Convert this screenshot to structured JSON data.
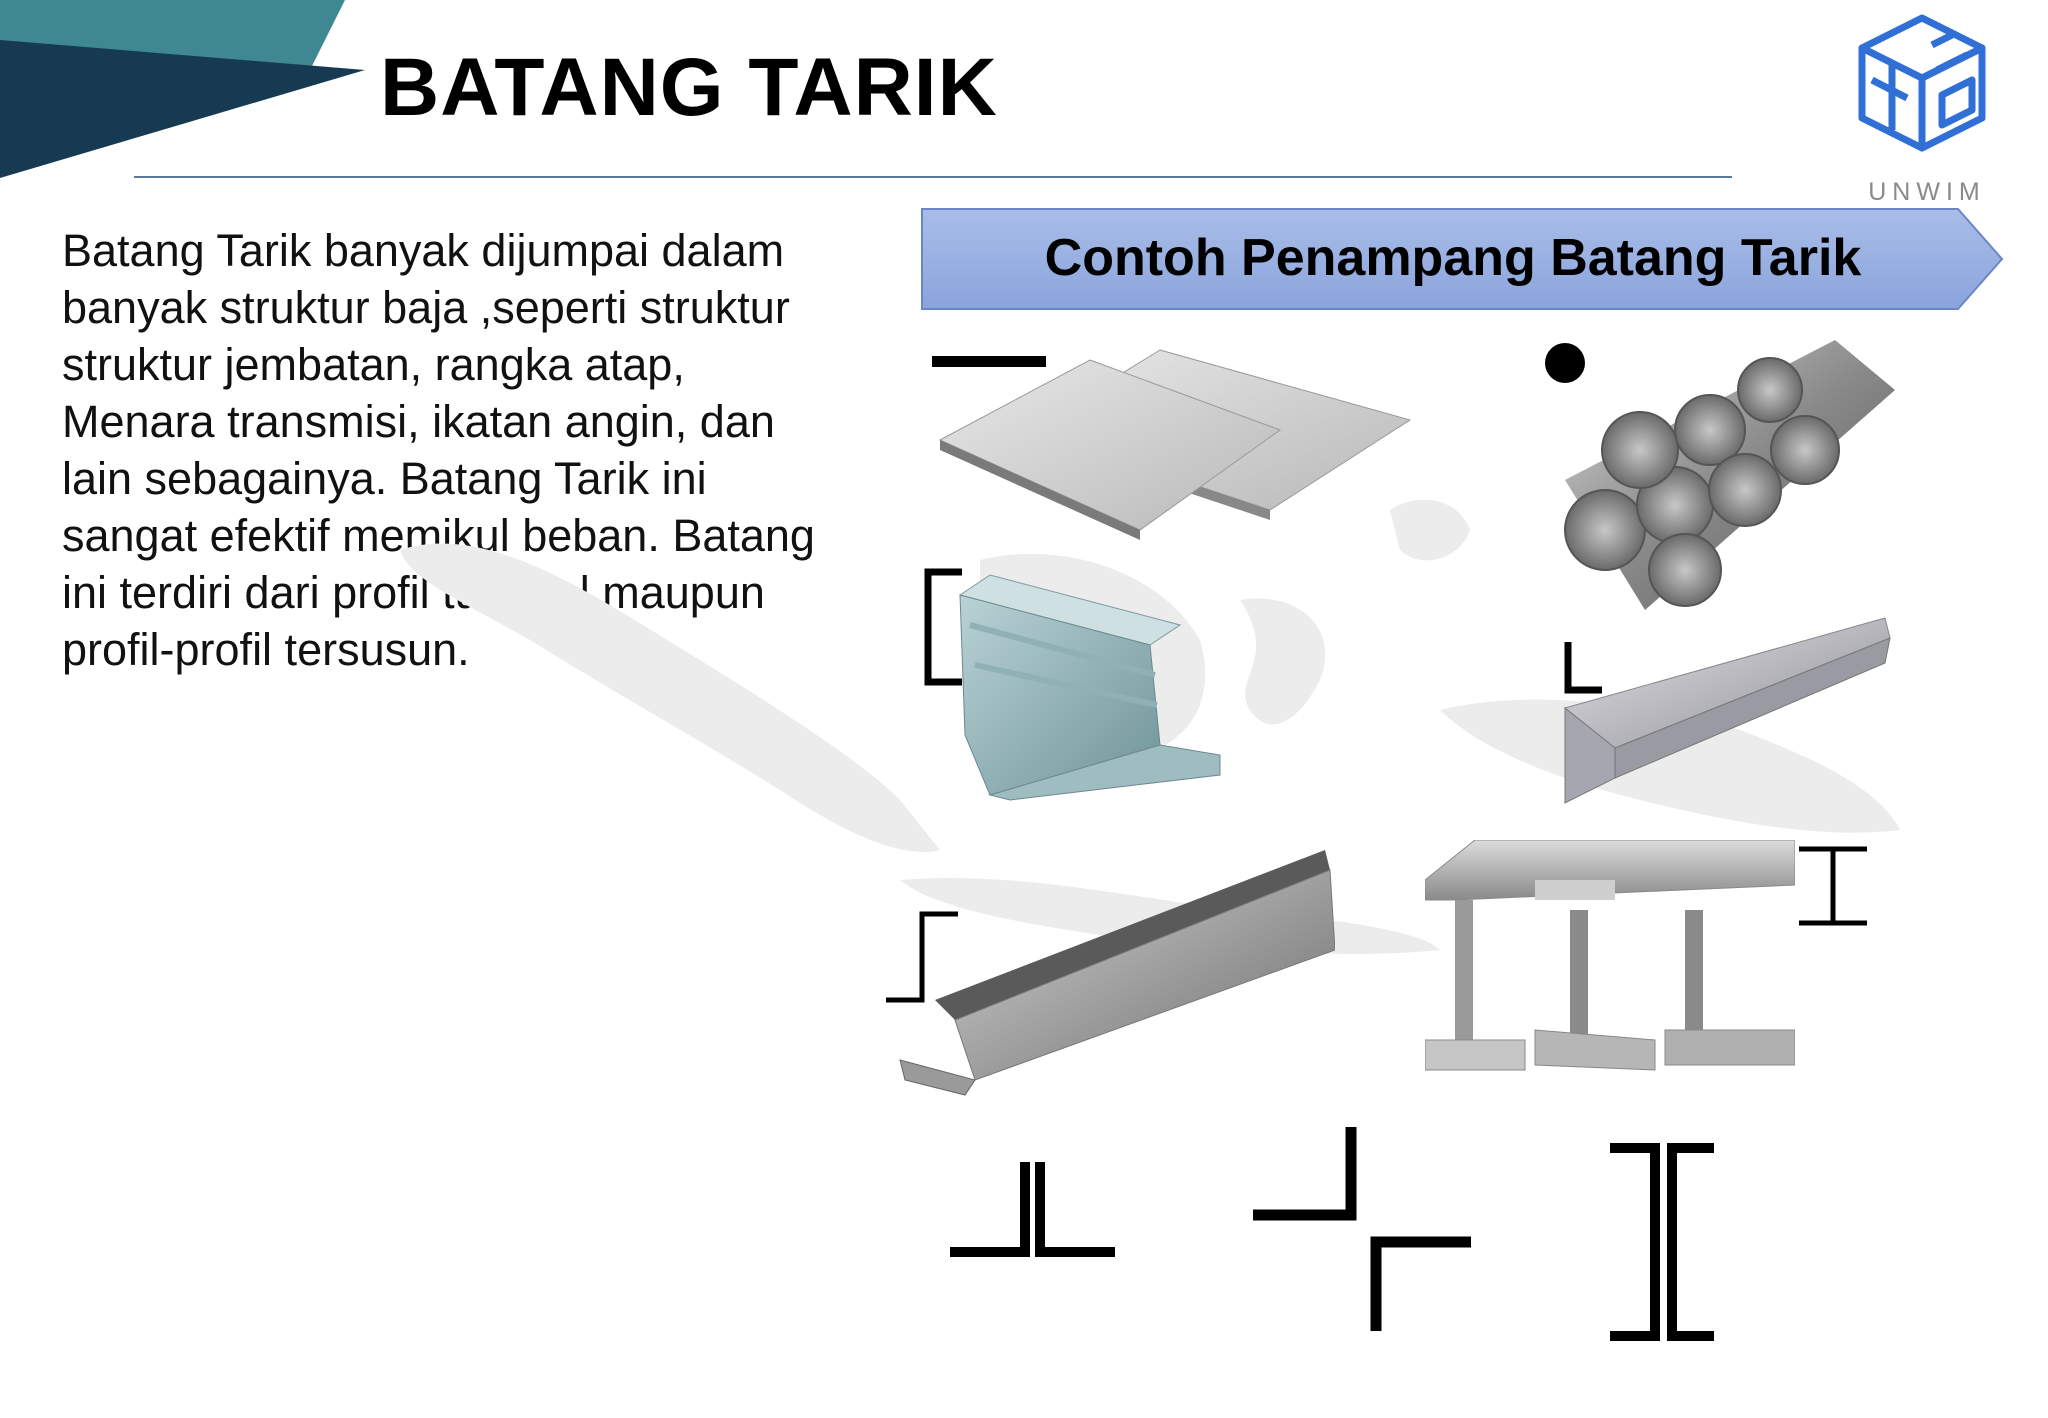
{
  "slide": {
    "title": "BATANG TARIK",
    "body": "Batang Tarik banyak dijumpai dalam banyak struktur baja ,seperti struktur struktur jembatan, rangka atap, Menara transmisi, ikatan angin, dan lain sebagainya. Batang Tarik ini sangat efektif memikul beban. Batang ini terdiri dari profil tunggal maupun profil-profil tersusun.",
    "banner": "Contoh Penampang Batang Tarik"
  },
  "logo": {
    "text": "UNWIM",
    "icon": "unwim-cube-logo-icon",
    "color": "#2f6fd6"
  },
  "colors": {
    "header_dark": "#153a52",
    "header_teal": "#3f8791",
    "banner_fill": "#8ea8df",
    "banner_border": "#6b86c6",
    "symbol": "#000000"
  },
  "sections": [
    {
      "icon": "plate-section-icon",
      "photo": "steel-plate-photo"
    },
    {
      "icon": "round-bar-section-icon",
      "photo": "steel-round-bars-photo"
    },
    {
      "icon": "lipped-channel-section-icon",
      "photo": "cold-formed-channel-photo"
    },
    {
      "icon": "angle-section-icon",
      "photo": "steel-angle-photo"
    },
    {
      "icon": "z-section-icon",
      "photo": "steel-z-section-photo"
    },
    {
      "icon": "i-section-icon",
      "photo": "steel-wide-flange-photo"
    }
  ],
  "built_up_sections": [
    {
      "icon": "double-angle-section-icon"
    },
    {
      "icon": "starred-angle-section-icon"
    },
    {
      "icon": "double-channel-section-icon"
    }
  ]
}
